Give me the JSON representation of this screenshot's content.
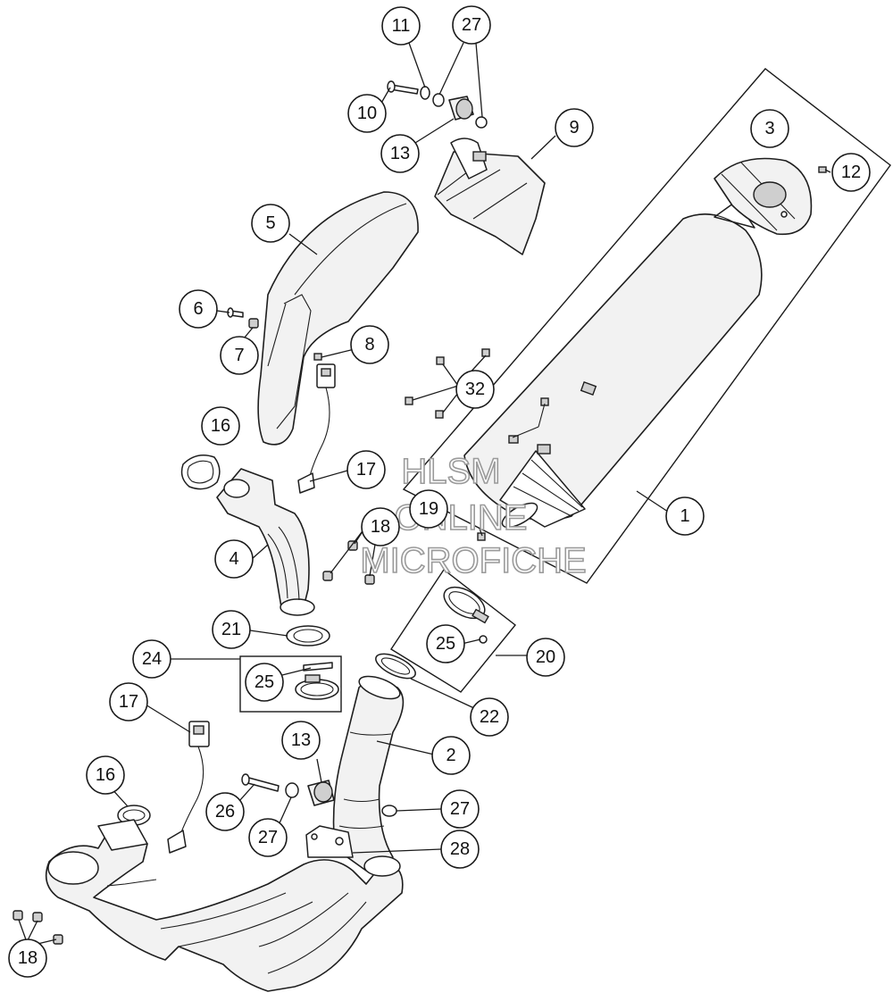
{
  "watermark": {
    "line1": "HLSM",
    "line2": "ONLINE",
    "line3": "MICROFICHE"
  },
  "callouts": {
    "c1": "1",
    "c2": "2",
    "c3": "3",
    "c4": "4",
    "c5": "5",
    "c6": "6",
    "c7": "7",
    "c8": "8",
    "c9": "9",
    "c10": "10",
    "c11": "11",
    "c12": "12",
    "c13a": "13",
    "c13b": "13",
    "c16a": "16",
    "c16b": "16",
    "c17a": "17",
    "c17b": "17",
    "c18a": "18",
    "c18b": "18",
    "c19": "19",
    "c20": "20",
    "c21": "21",
    "c22": "22",
    "c24": "24",
    "c25a": "25",
    "c25b": "25",
    "c26": "26",
    "c27a": "27",
    "c27b": "27",
    "c27c": "27",
    "c28": "28",
    "c32": "32"
  }
}
